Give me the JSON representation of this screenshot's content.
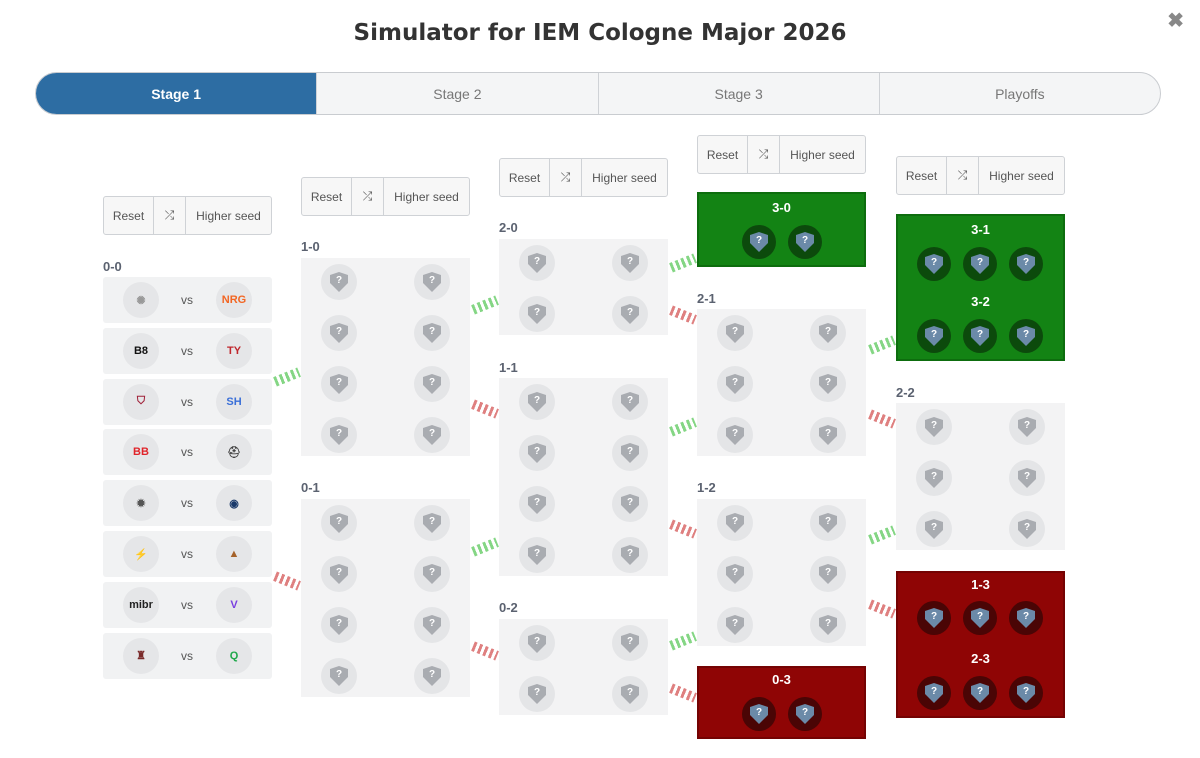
{
  "title": "Simulator for IEM Cologne Major 2026",
  "close_icon": "close-icon",
  "tabs": [
    "Stage 1",
    "Stage 2",
    "Stage 3",
    "Playoffs"
  ],
  "active_tab": "Stage 1",
  "controls": {
    "reset": "Reset",
    "shuffle_icon": "shuffle-icon",
    "higher_seed": "Higher seed"
  },
  "columns": {
    "r1": {
      "label": "0-0"
    },
    "r2": {
      "labels": [
        "1-0",
        "0-1"
      ]
    },
    "r3": {
      "labels": [
        "2-0",
        "1-1",
        "0-2"
      ]
    },
    "r4": {
      "labels": [
        "2-1",
        "1-2"
      ]
    },
    "r5": {
      "labels": [
        "2-2"
      ]
    }
  },
  "outcomes": {
    "qualified": [
      "3-0",
      "3-1",
      "3-2"
    ],
    "eliminated": [
      "0-3",
      "1-3",
      "2-3"
    ]
  },
  "placeholder": "?",
  "vs_label": "vs",
  "matches": [
    {
      "left": "mouz-logo",
      "right": "NRG"
    },
    {
      "left": "B8",
      "right": "TYLOO"
    },
    {
      "left": "shield-logo",
      "right": "Sharks"
    },
    {
      "left": "BB",
      "right": "helmet-logo"
    },
    {
      "left": "spirit-logo",
      "right": "liquid-logo"
    },
    {
      "left": "lightning-logo",
      "right": "tiger-logo"
    },
    {
      "left": "mibr",
      "right": "v-logo"
    },
    {
      "left": "castle-logo",
      "right": "Q"
    }
  ],
  "team_colors": {
    "nrg": "#f26522",
    "tyloo": "#c0272d",
    "sharks": "#3a6fd8",
    "bb": "#e0242a",
    "helmet": "#444444",
    "liquid": "#1a3a6b",
    "lightning": "#c8d400",
    "tiger": "#a5622a",
    "mibr": "#222222",
    "v": "#7a3fe0",
    "castle": "#7a2a2a",
    "q": "#1fa84a",
    "b8": "#111111",
    "shield": "#a0223a"
  },
  "colors": {
    "accent": "#2d6da3",
    "qualified": "#138314",
    "eliminated": "#8f0505"
  }
}
